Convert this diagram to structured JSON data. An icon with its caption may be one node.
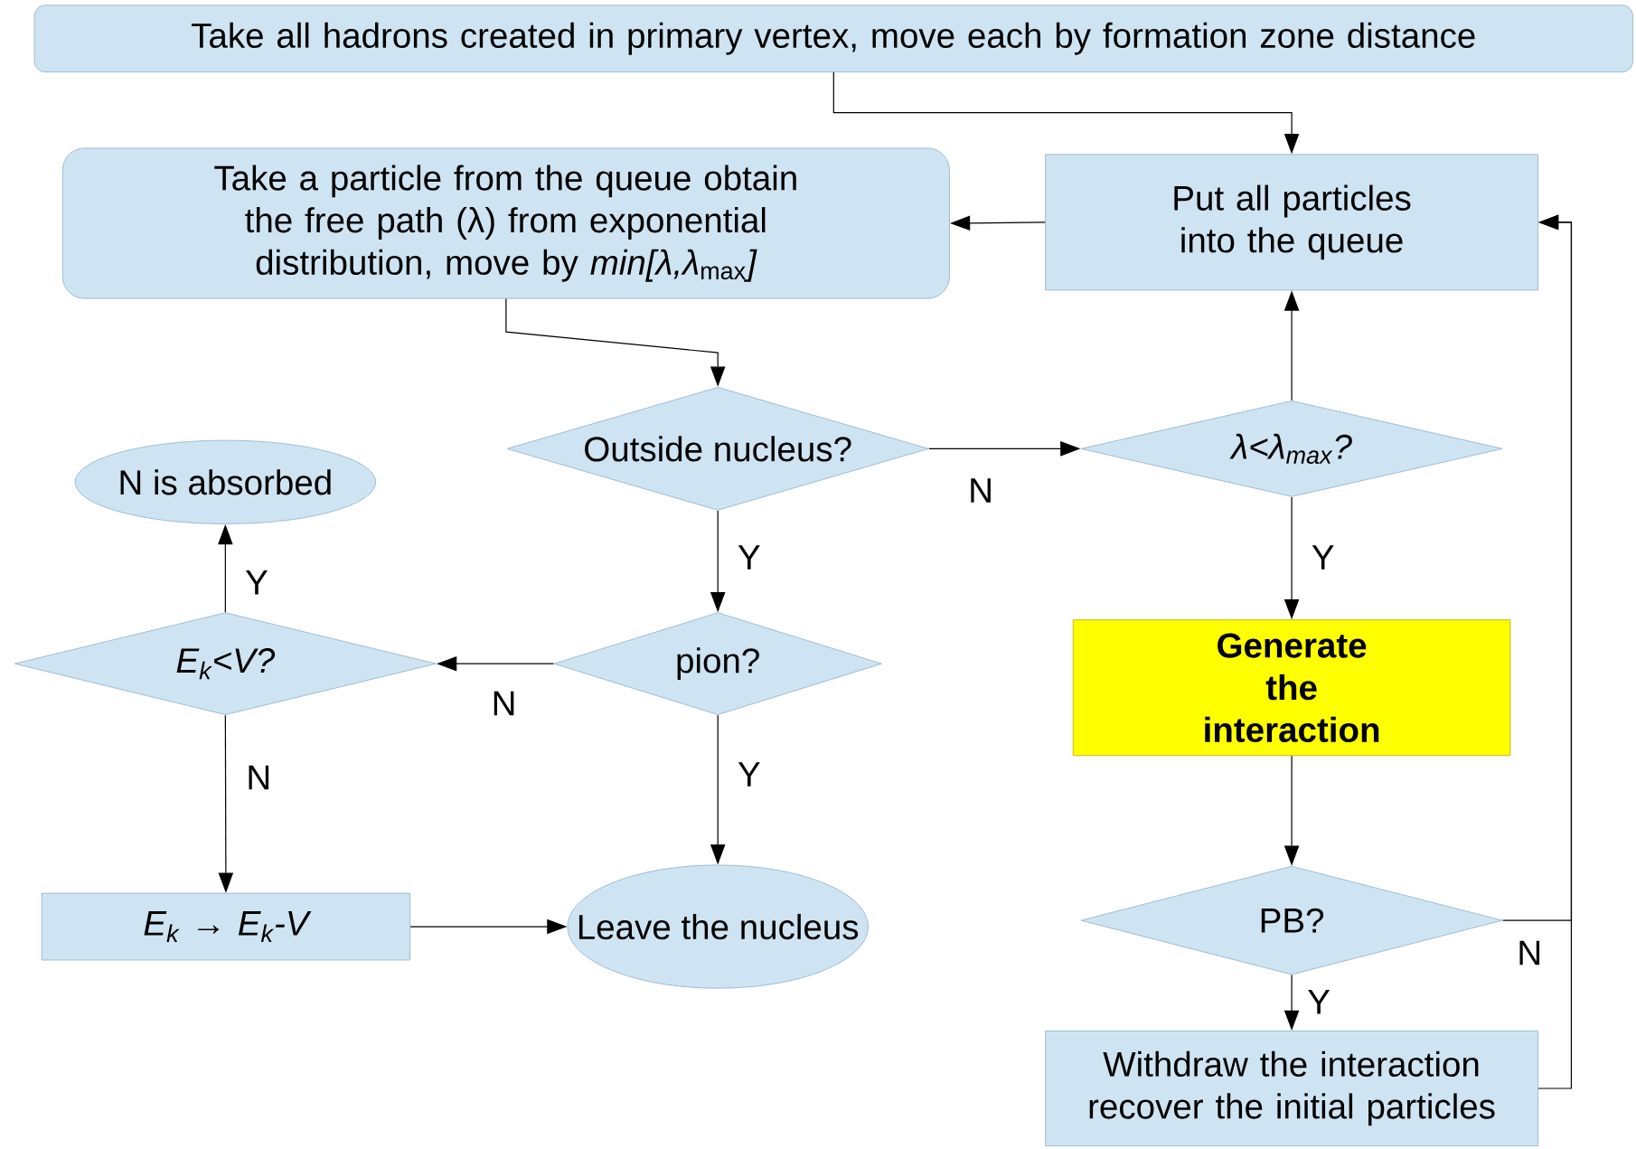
{
  "diagram": {
    "nodes": [
      {
        "text": [
          "Take all hadrons created in primary vertex, move each by formation zone distance"
        ]
      },
      {
        "text": [
          "Take a particle from the queue obtain the free path (λ) from exponential distribution, move by *min[λ,λ*$_{max}$*]*"
        ]
      },
      {
        "text": [
          "Put all particles into the queue"
        ]
      },
      {
        "text": [
          "Outside nucleus?"
        ]
      },
      {
        "text": [
          "λ<λ$_{max}$?"
        ]
      },
      {
        "text": [
          "N is absorbed"
        ]
      },
      {
        "text": [
          "E$_{k}$<V?"
        ]
      },
      {
        "text": [
          "pion?"
        ]
      },
      {
        "text": [
          "Generate the interaction"
        ]
      },
      {
        "text": [
          "E$_{k}$ → E$_{k}$-V"
        ]
      },
      {
        "text": [
          "Leave the nucleus"
        ]
      },
      {
        "text": [
          "PB?"
        ]
      },
      {
        "text": [
          "Withdraw the interaction recover the initial particles"
        ]
      }
    ],
    "edges": [
      {
        "from": 0,
        "to": 2,
        "arrow": "to"
      },
      {
        "from": 2,
        "to": 1,
        "arrow": "to"
      },
      {
        "from": 1,
        "to": 3,
        "arrow": "to"
      },
      {
        "from": 3,
        "to": 4,
        "arrow": "to",
        "label": "N"
      },
      {
        "from": 4,
        "to": 2,
        "arrow": "to"
      },
      {
        "from": 4,
        "to": 8,
        "arrow": "to",
        "label": "Y"
      },
      {
        "from": 3,
        "to": 7,
        "arrow": "to",
        "label": "Y"
      },
      {
        "from": 7,
        "to": 6,
        "arrow": "to",
        "label": "N"
      },
      {
        "from": 6,
        "to": 5,
        "arrow": "to",
        "label": "Y"
      },
      {
        "from": 6,
        "to": 9,
        "arrow": "to",
        "label": "N"
      },
      {
        "from": 7,
        "to": 10,
        "arrow": "to",
        "label": "Y"
      },
      {
        "from": 9,
        "to": 10,
        "arrow": "to"
      },
      {
        "from": 8,
        "to": 11,
        "arrow": "to"
      },
      {
        "from": 11,
        "to": 12,
        "arrow": "to",
        "label": "Y"
      },
      {
        "from": 11,
        "to": 2,
        "arrow": "to",
        "label": "N"
      },
      {
        "from": 12,
        "to": 2,
        "arrow": "to"
      }
    ]
  }
}
